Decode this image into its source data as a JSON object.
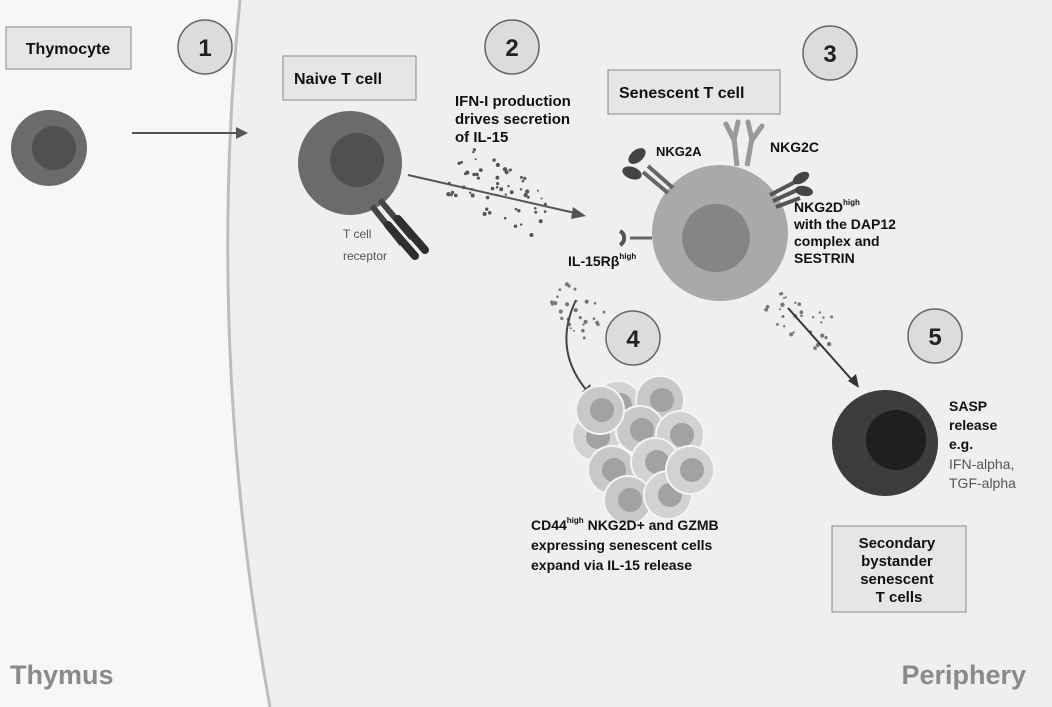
{
  "regions": {
    "left": "Thymus",
    "right": "Periphery"
  },
  "steps": [
    "1",
    "2",
    "3",
    "4",
    "5"
  ],
  "boxes": {
    "thymocyte": "Thymocyte",
    "naive": "Naive T cell",
    "senescent": "Senescent T cell",
    "secondary": [
      "Secondary",
      "bystander",
      "senescent",
      "T cells"
    ]
  },
  "tcell_receptor": [
    "T cell",
    "receptor"
  ],
  "ifn_text": [
    "IFN-I  production",
    "drives secretion",
    "of  IL-15"
  ],
  "receptors": {
    "nkg2a": "NKG2A",
    "nkg2c": "NKG2C",
    "nkg2d_main": "NKG2D",
    "nkg2d_sup": "high",
    "nkg2d_rest": [
      "with the  DAP12",
      "complex and",
      "SESTRIN"
    ],
    "il15_main": "IL-15Rβ",
    "il15_sup": "high"
  },
  "cd44": {
    "main": "CD44",
    "sup": "high",
    "rest": " NKG2D+ and GZMB",
    "lines": [
      "expressing senescent cells",
      "expand via IL-15 release"
    ]
  },
  "sasp": {
    "bold": [
      "SASP",
      "release",
      "e.g."
    ],
    "examples": [
      "IFN-alpha,",
      "TGF-alpha"
    ]
  },
  "colors": {
    "background_left": "#f7f7f7",
    "background_right": "#efefef",
    "box_fill": "#e6e6e6",
    "cell_dark": "#6b6b6b",
    "cell_nucleus": "#505050",
    "senescent_outer": "#a9a9a9",
    "senescent_nucleus": "#858585"
  }
}
